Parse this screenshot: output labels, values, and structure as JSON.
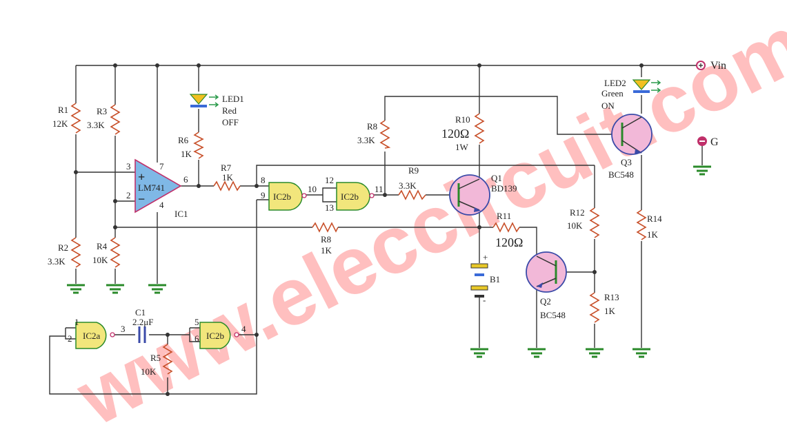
{
  "watermark": "www.eleccircuit.com",
  "vin": "Vin",
  "g": "G",
  "r1": {
    "name": "R1",
    "value": "12K"
  },
  "r2": {
    "name": "R2",
    "value": "3.3K"
  },
  "r3": {
    "name": "R3",
    "value": "3.3K"
  },
  "r4": {
    "name": "R4",
    "value": "10K"
  },
  "r5": {
    "name": "R5",
    "value": "10K"
  },
  "r6": {
    "name": "R6",
    "value": "1K"
  },
  "r7": {
    "name": "R7",
    "value": "1K"
  },
  "r8a": {
    "name": "R8",
    "value": "3.3K"
  },
  "r8b": {
    "name": "R8",
    "value": "1K"
  },
  "r9": {
    "name": "R9",
    "value": "3.3K"
  },
  "r10": {
    "name": "R10",
    "value": "120Ω",
    "power": "1W"
  },
  "r11": {
    "name": "R11",
    "value": "120Ω"
  },
  "r12": {
    "name": "R12",
    "value": "10K"
  },
  "r13": {
    "name": "R13",
    "value": "1K"
  },
  "r14": {
    "name": "R14",
    "value": "1K"
  },
  "c1": {
    "name": "C1",
    "value": "2.2μF"
  },
  "led1": {
    "name": "LED1",
    "color": "Red",
    "state": "OFF"
  },
  "led2": {
    "name": "LED2",
    "color": "Green",
    "state": "ON"
  },
  "ic1": {
    "name": "IC1",
    "part": "LM741"
  },
  "opamp_pins": {
    "p2": "2",
    "p3": "3",
    "p4": "4",
    "p6": "6",
    "p7": "7",
    "plus": "+",
    "minus": "−"
  },
  "gate_a": {
    "label": "IC2a",
    "in1": "1",
    "in2": "2",
    "out": "3"
  },
  "gate_b1": {
    "label": "IC2b",
    "in1": "5",
    "in2": "6",
    "out": "4"
  },
  "gate_b2": {
    "label": "IC2b",
    "in1": "8",
    "in2": "9",
    "out": "10"
  },
  "gate_b3": {
    "label": "IC2b",
    "in1": "12",
    "in2": "13",
    "out": "11"
  },
  "q1": {
    "name": "Q1",
    "part": "BD139"
  },
  "q2": {
    "name": "Q2",
    "part": "BC548"
  },
  "q3": {
    "name": "Q3",
    "part": "BC548"
  },
  "b1": {
    "name": "B1",
    "plus": "+",
    "minus": "-"
  }
}
